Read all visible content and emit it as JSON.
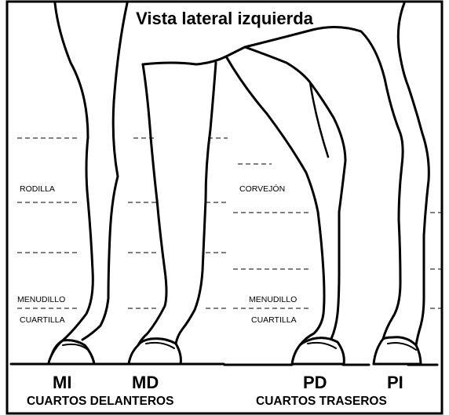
{
  "title": "Vista lateral izquierda",
  "front_labels": {
    "knee": "RODILLA",
    "fetlock": "MENUDILLO",
    "pastern": "CUARTILLA"
  },
  "hind_labels": {
    "hock": "CORVEJÓN",
    "fetlock": "MENUDILLO",
    "pastern": "CUARTILLA"
  },
  "legs": {
    "left_front": "MI",
    "right_front": "MD",
    "right_hind": "PD",
    "left_hind": "PI"
  },
  "groups": {
    "front": "CUARTOS DELANTEROS",
    "hind": "CUARTOS TRASEROS"
  },
  "colors": {
    "stroke": "#000000",
    "background": "#ffffff"
  }
}
